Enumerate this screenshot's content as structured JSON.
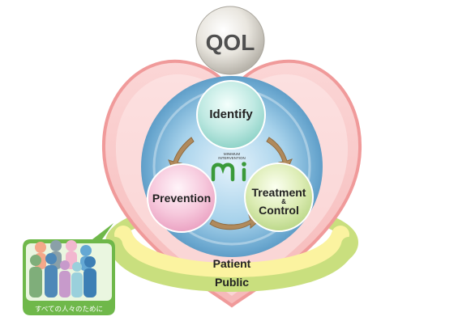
{
  "top": {
    "label": "QOL"
  },
  "nodes": {
    "identify": "Identify",
    "prevention": "Prevention",
    "treatment_line1": "Treatment",
    "treatment_amp": "&",
    "treatment_line2": "Control"
  },
  "logo": {
    "line1": "MINIMUM",
    "line2": "INTERVENTION"
  },
  "bands": {
    "patient": "Patient",
    "public": "Public"
  },
  "people_caption": "すべての人々のために",
  "colors": {
    "heart_fill": "#f9c5c5",
    "heart_stroke": "#f09a9a",
    "band_patient": "#fbf3a0",
    "band_public": "#c9df7e",
    "center_blue": "#7fb7d8",
    "node_identify": "#bfe9e2",
    "node_prevention": "#f6c8dc",
    "node_treatment": "#dcecb4"
  }
}
